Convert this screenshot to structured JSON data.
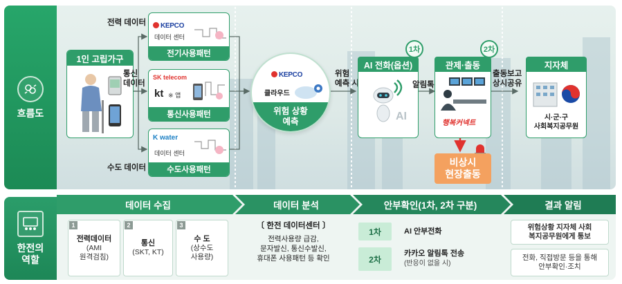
{
  "side": {
    "flow_label": "흐름도",
    "role_label": "한전의\n역할"
  },
  "flow": {
    "household": {
      "title": "1인 고립가구"
    },
    "labels": {
      "power_data": "전력 데이터",
      "telecom_data": "통신\n데이터",
      "water_data": "수도 데이터",
      "risk_time": "위험\n예측 시",
      "alimtalk": "알림톡",
      "report": "출동보고\n상시공유"
    },
    "cards": {
      "power": {
        "logo": "KEPCO",
        "caption": "데이터 센터",
        "footer": "전기사용패턴"
      },
      "telecom": {
        "logo_sk": "SK telecom",
        "logo_kt": "kt",
        "note": "※ 앱",
        "footer": "통신사용패턴"
      },
      "water": {
        "logo": "K water",
        "caption": "데이터 센터",
        "footer": "수도사용패턴"
      }
    },
    "cloud": {
      "logo": "KEPCO",
      "label": "클라우드",
      "footer": "위험 상황\n예측"
    },
    "ai_call": {
      "title": "AI 전화(옵션)",
      "badge": "1차",
      "ai_text": "AI"
    },
    "control": {
      "title": "관제·출동",
      "badge": "2차",
      "brand": "행복커넥트"
    },
    "emergency": "비상시\n현장출동",
    "local_gov": {
      "title": "지자체",
      "caption": "시·군·구\n사회복지공무원"
    }
  },
  "stages": [
    "데이터 수집",
    "데이터 분석",
    "안부확인(1차, 2차 구분)",
    "결과 알림"
  ],
  "roles": {
    "collect": [
      {
        "num": "1",
        "main": "전력데이터",
        "sub": "(AMI\n원격검침)"
      },
      {
        "num": "2",
        "main": "통신",
        "sub": "(SKT, KT)"
      },
      {
        "num": "3",
        "main": "수 도",
        "sub": "(상수도\n사용량)"
      }
    ],
    "analysis": {
      "title": "〔 한전 데이터센터 〕",
      "text": "전력사용량 급감,\n문자발신, 통신수발신,\n휴대폰 사용패턴 등 확인"
    },
    "check": [
      {
        "chip": "1차",
        "main": "AI 안부전화",
        "sub": ""
      },
      {
        "chip": "2차",
        "main": "카카오 알림톡 전송",
        "sub": "(반응이 없을 시)"
      }
    ],
    "result": [
      "위험상황 지자체 사회\n복지공무원에게 통보",
      "전화, 직접방문 등을 통해\n안부확인·조치"
    ]
  },
  "colors": {
    "green": "#2f9d6a",
    "stage_dark": "#1f8b5a",
    "orange": "#f4a15f",
    "kepco_blue": "#1a3fa0",
    "red": "#e0322e"
  }
}
